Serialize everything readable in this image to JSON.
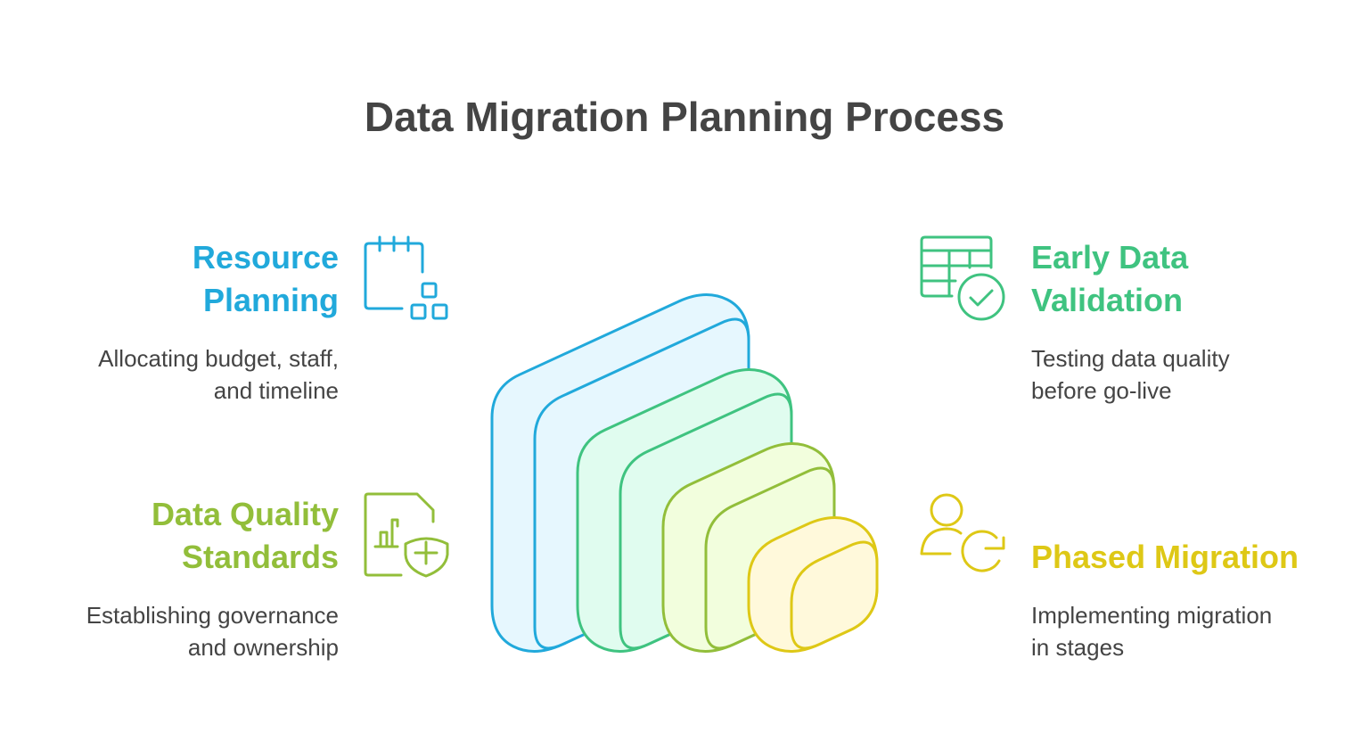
{
  "title": "Data Migration Planning Process",
  "colors": {
    "blue": "#21A9DB",
    "green": "#3FC380",
    "lime": "#92BE3A",
    "yellow": "#DEC816"
  },
  "items": [
    {
      "heading_lines": [
        "Resource",
        "Planning"
      ],
      "desc_lines": [
        "Allocating budget, staff,",
        "and timeline"
      ],
      "icon": "calendar-blocks-icon",
      "color": "#21A9DB"
    },
    {
      "heading_lines": [
        "Early Data",
        "Validation"
      ],
      "desc_lines": [
        "Testing data quality",
        "before go-live"
      ],
      "icon": "table-check-icon",
      "color": "#3FC380"
    },
    {
      "heading_lines": [
        "Data Quality",
        "Standards"
      ],
      "desc_lines": [
        "Establishing governance",
        "and ownership"
      ],
      "icon": "document-chart-shield-icon",
      "color": "#92BE3A"
    },
    {
      "heading_lines": [
        "Phased Migration"
      ],
      "desc_lines": [
        "Implementing migration",
        "in stages"
      ],
      "icon": "user-refresh-icon",
      "color": "#DEC816"
    }
  ]
}
